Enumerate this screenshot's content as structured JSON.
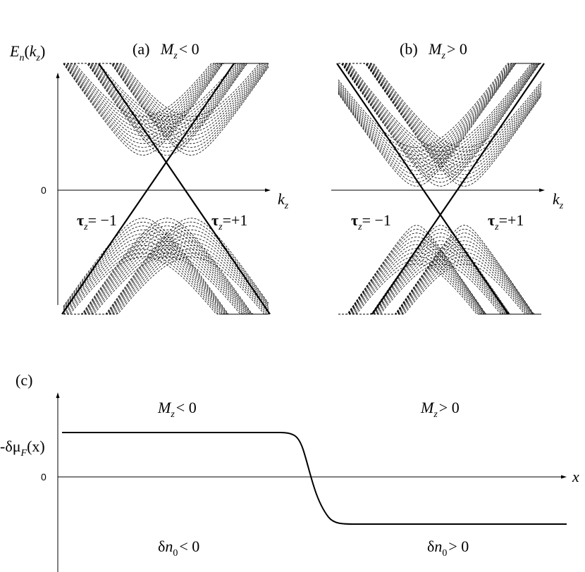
{
  "panel_a": {
    "label": "(a)",
    "m_sym": "M",
    "m_sub": "z",
    "relation": "< 0",
    "y_label_E": "E",
    "y_label_n": "n",
    "y_label_k": "k",
    "y_label_z": "z",
    "zero": "0",
    "x_label_k": "k",
    "x_label_z": "z",
    "tau_left_sym": "τ",
    "tau_left_sub": "z",
    "tau_left_val": "= −1",
    "tau_right_sym": "τ",
    "tau_right_sub": "z",
    "tau_right_val": "=+1"
  },
  "panel_b": {
    "label": "(b)",
    "m_sym": "M",
    "m_sub": "z",
    "relation": "> 0",
    "x_label_k": "k",
    "x_label_z": "z",
    "tau_left_sym": "τ",
    "tau_left_sub": "z",
    "tau_left_val": "= −1",
    "tau_right_sym": "τ",
    "tau_right_sub": "z",
    "tau_right_val": "=+1"
  },
  "panel_c": {
    "label": "(c)",
    "y_label_pre": "-δμ",
    "y_label_sub": "F",
    "y_label_post": "(x)",
    "zero": "0",
    "x_label": "x",
    "left_m_sym": "M",
    "left_m_sub": "z",
    "left_m_rel": "< 0",
    "right_m_sym": "M",
    "right_m_sub": "z",
    "right_m_rel": "> 0",
    "left_n_pre": "δ",
    "left_n_sym": "n",
    "left_n_sub": "0",
    "left_n_rel": "< 0",
    "right_n_pre": "δ",
    "right_n_sym": "n",
    "right_n_sub": "0",
    "right_n_rel": "> 0"
  }
}
